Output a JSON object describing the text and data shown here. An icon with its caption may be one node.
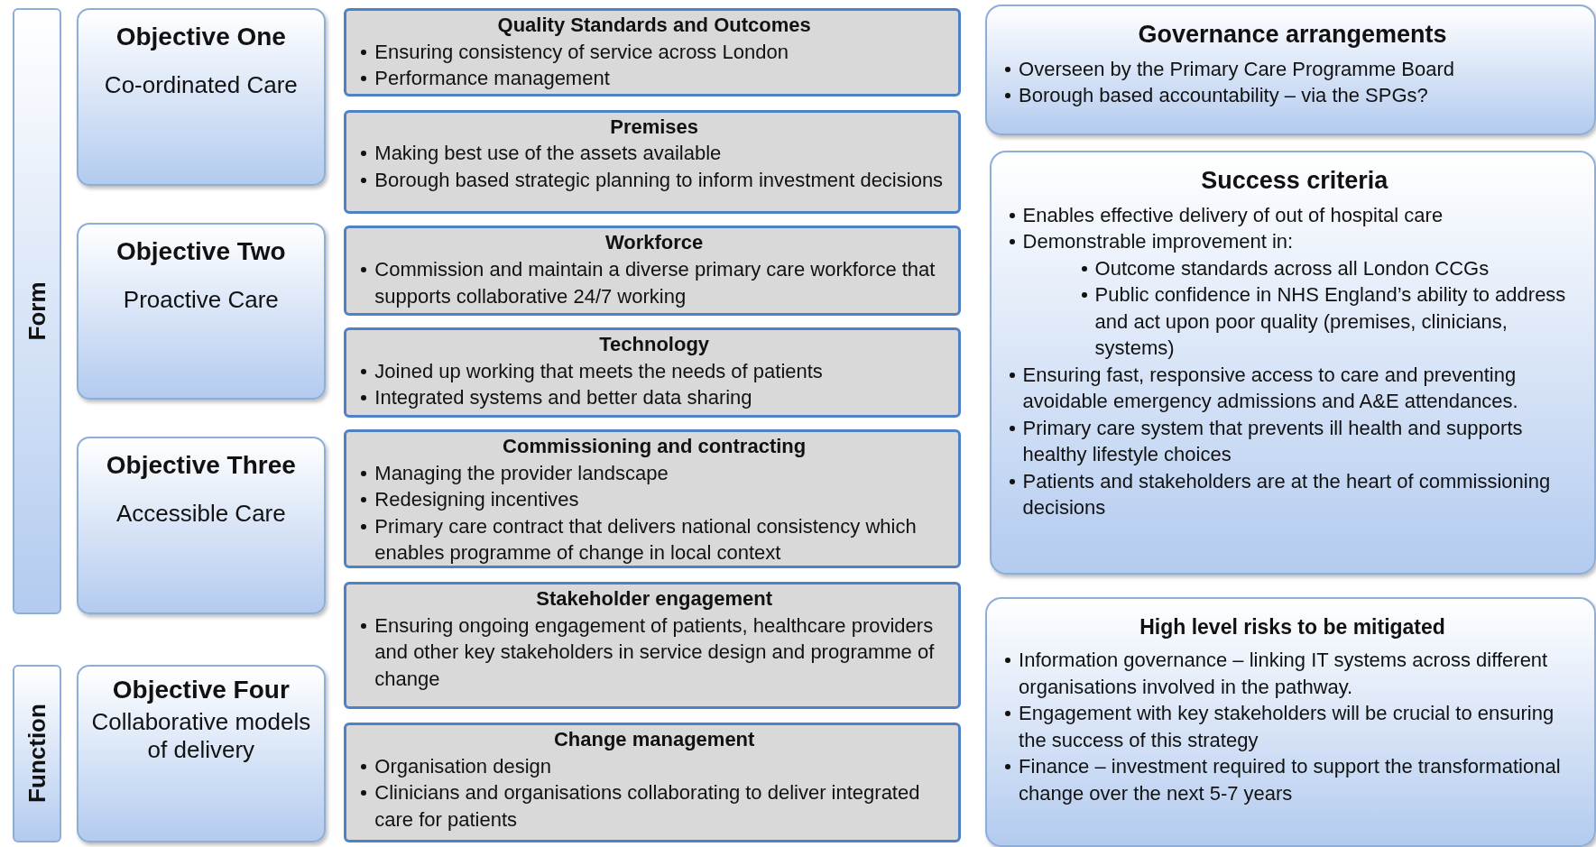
{
  "diagram": {
    "nodes": [
      {
        "text": [
          "Form"
        ]
      },
      {
        "text": [
          "Function"
        ]
      },
      {
        "text": [
          "Objective One",
          "Co-ordinated Care"
        ]
      },
      {
        "text": [
          "Objective Two",
          "Proactive Care"
        ]
      },
      {
        "text": [
          "Objective Three",
          "Accessible Care"
        ]
      },
      {
        "text": [
          "Objective Four",
          "Collaborative models of delivery"
        ]
      },
      {
        "text": [
          "Quality Standards and Outcomes",
          "Ensuring consistency of service across London",
          "Performance management"
        ]
      },
      {
        "text": [
          "Premises",
          "Making best use of the assets available",
          "Borough based strategic planning to inform investment decisions"
        ]
      },
      {
        "text": [
          "Workforce",
          "Commission and maintain a diverse primary care workforce that supports collaborative 24/7 working"
        ]
      },
      {
        "text": [
          "Technology",
          "Joined up working that meets the needs of patients",
          "Integrated systems and better data sharing"
        ]
      },
      {
        "text": [
          "Commissioning and contracting",
          "Managing the provider landscape",
          "Redesigning incentives",
          "Primary care contract that delivers national consistency which enables programme of change in local context"
        ]
      },
      {
        "text": [
          "Stakeholder engagement",
          "Ensuring ongoing engagement of patients, healthcare providers and other key stakeholders in service design and programme of change"
        ]
      },
      {
        "text": [
          "Change management",
          "Organisation design",
          "Clinicians and organisations collaborating to deliver integrated care for patients"
        ]
      },
      {
        "text": [
          "Governance arrangements",
          "Overseen by the Primary Care Programme Board",
          "Borough based accountability – via the SPGs?"
        ]
      },
      {
        "text": [
          "Success criteria",
          "Enables effective delivery of out of hospital care",
          "Demonstrable improvement in:",
          "Outcome standards across all London CCGs",
          "Public confidence in NHS England’s ability to address and act upon poor quality (premises, clinicians, systems)",
          "Ensuring fast, responsive access to care and preventing avoidable emergency admissions and A&E attendances.",
          "Primary care system that prevents ill health and supports healthy lifestyle choices",
          "Patients and stakeholders are at the heart of commissioning decisions"
        ]
      },
      {
        "text": [
          "High level risks to be mitigated",
          "Information governance – linking IT systems across different organisations involved in the pathway.",
          "Engagement with key stakeholders will be crucial to ensuring the success of this strategy",
          "Finance – investment required to support the transformational change over the next 5-7 years"
        ]
      }
    ],
    "edges": []
  }
}
